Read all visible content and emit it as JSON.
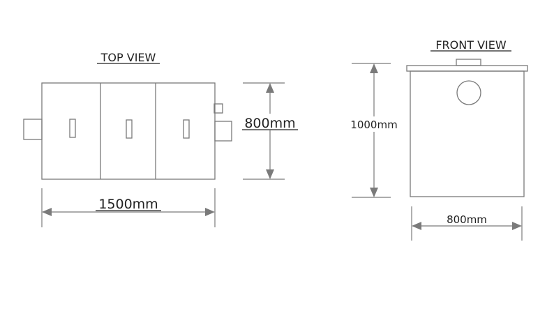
{
  "top_view": {
    "title": "TOP VIEW",
    "length_label": "1500mm",
    "width_label": "800mm"
  },
  "front_view": {
    "title": "FRONT VIEW",
    "height_label": "1000mm",
    "width_label": "800mm"
  },
  "colors": {
    "line": "#7a7a7a",
    "text": "#222222"
  }
}
